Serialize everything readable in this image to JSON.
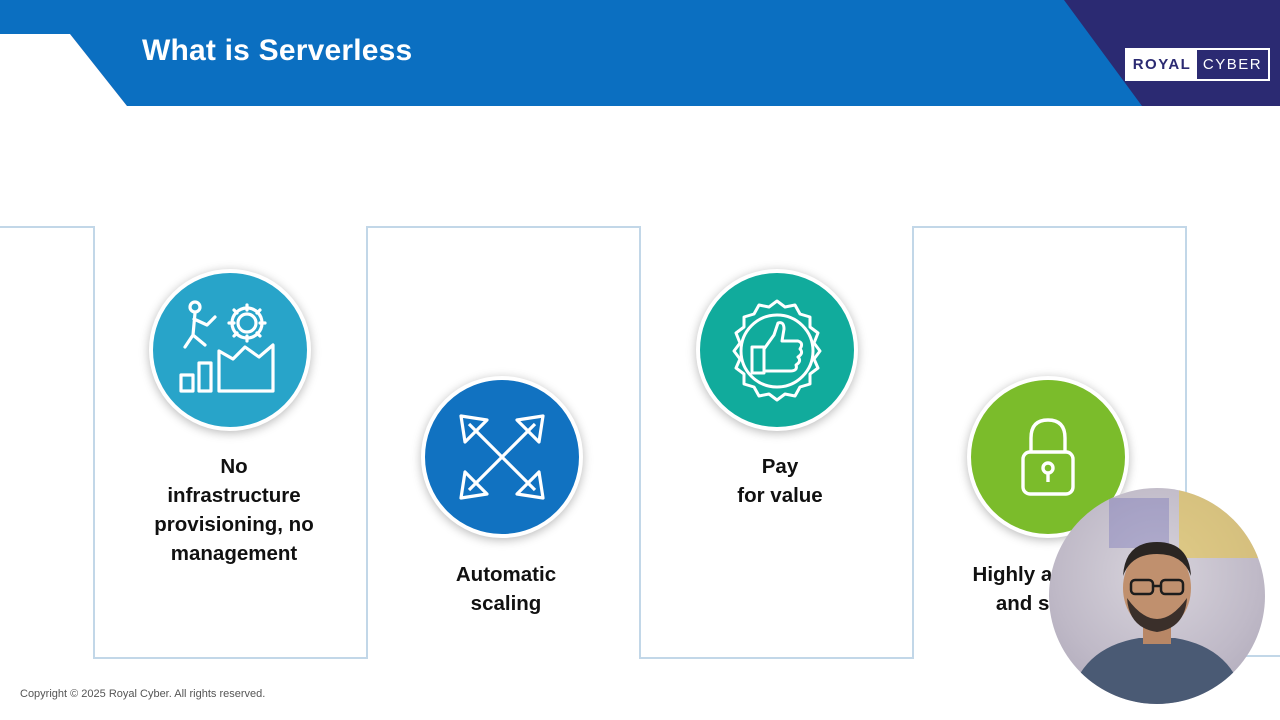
{
  "header": {
    "title": "What is Serverless",
    "logo": {
      "left": "ROYAL",
      "right": "CYBER"
    }
  },
  "cards": [
    {
      "icon": "growth-gear-icon",
      "color": "#28a4c9",
      "lines": [
        "No",
        "infrastructure",
        "provisioning, no",
        "management"
      ]
    },
    {
      "icon": "expand-arrows-icon",
      "color": "#1172c1",
      "lines": [
        "Automatic",
        "scaling"
      ]
    },
    {
      "icon": "thumbs-up-badge-icon",
      "color": "#11ab9c",
      "lines": [
        "Pay",
        "for value"
      ]
    },
    {
      "icon": "padlock-icon",
      "color": "#7bbc2b",
      "lines": [
        "Highly available",
        "and secure"
      ]
    }
  ],
  "footer": {
    "copyright": "Copyright © 2025 Royal Cyber.  All rights reserved."
  },
  "colors": {
    "header_blue": "#0b6fc1",
    "header_navy": "#2b2a72",
    "card_border": "#c2d7e8"
  }
}
